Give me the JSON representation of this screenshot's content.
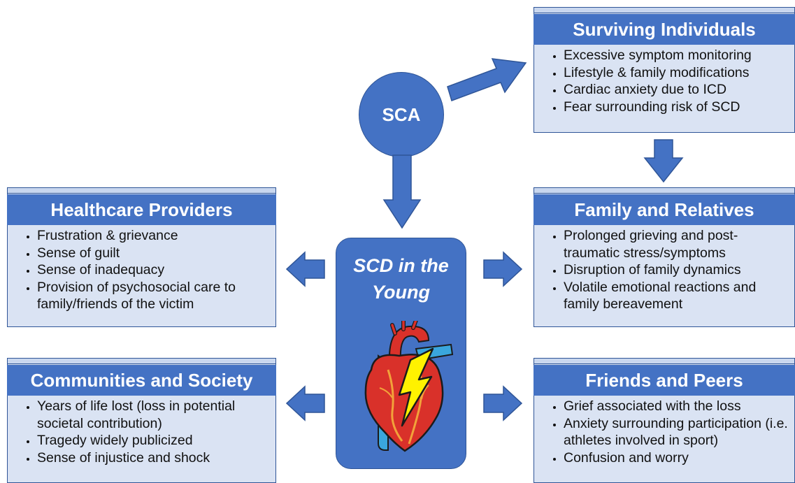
{
  "sca": {
    "label": "SCA"
  },
  "center": {
    "title_line1": "SCD in the",
    "title_line2": "Young",
    "icon": "heart-lightning-icon"
  },
  "surviving": {
    "title": "Surviving Individuals",
    "items": [
      "Excessive symptom monitoring",
      "Lifestyle & family modifications",
      "Cardiac anxiety due to ICD",
      "Fear surrounding risk of SCD"
    ]
  },
  "family": {
    "title": "Family and Relatives",
    "items": [
      "Prolonged grieving and post-traumatic stress/symptoms",
      "Disruption of family dynamics",
      "Volatile emotional reactions and family bereavement"
    ]
  },
  "friends": {
    "title": "Friends and Peers",
    "items": [
      "Grief associated with the loss",
      "Anxiety surrounding participation (i.e. athletes involved in sport)",
      "Confusion and worry"
    ]
  },
  "healthcare": {
    "title": "Healthcare Providers",
    "items": [
      "Frustration & grievance",
      "Sense of guilt",
      "Sense of inadequacy",
      "Provision of psychosocial care to family/friends of the victim"
    ]
  },
  "communities": {
    "title": "Communities and Society",
    "items": [
      "Years of life lost (loss in potential societal contribution)",
      "Tragedy widely publicized",
      "Sense of injustice and shock"
    ]
  },
  "colors": {
    "box_fill": "#dae3f3",
    "header_fill": "#4472c4",
    "border": "#2f5597",
    "arrow": "#4472c4"
  }
}
